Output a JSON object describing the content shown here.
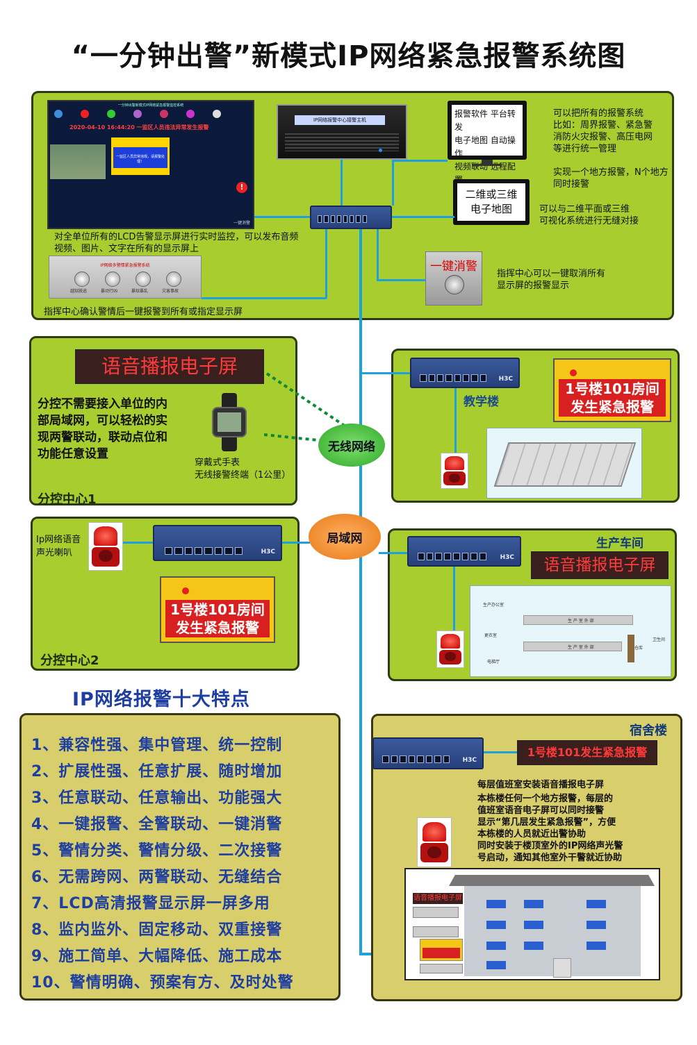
{
  "title": "“一分钟出警”新模式IP网络紧急报警系统图",
  "command_center": {
    "screen_title": "一分钟出警新模式IP网络紧急报警监控系统",
    "screen_alert": "2020-04-10 16:44:20   一监区人员违法异常发生报警",
    "screen_popup": "一监区人员异常违规，请报警处理！",
    "screen_side_button": "一键消警",
    "host_label": "IP网络报警中心接警主机",
    "monitor_lines": [
      "报警软件  平台转发",
      "电子地图  自动操作",
      "视频联动  远程配置"
    ],
    "desc_unify": [
      "可以把所有的报警系统",
      "比如：周界报警、紧急警",
      "消防火灾报警、高压电网",
      "等进行统一管理"
    ],
    "desc_multi": [
      "实现一个地方报警，N个地方",
      "同时接警"
    ],
    "map_monitor": [
      "二维或三维",
      "电子地图"
    ],
    "desc_map": [
      "可以与二维平面或三维",
      "可视化系统进行无缝对接"
    ],
    "desc_lcd": [
      "对全单位所有的LCD告警显示屏进行实时监控，可以发布音频",
      "视频、图片、文字在所有的显示屏上"
    ],
    "console_title": "IP网络多警情紧急报警系统",
    "console_buttons": [
      "越狱脱逃",
      "暴动行凶",
      "暴狱暴乱",
      "灾害事故"
    ],
    "desc_console": "指挥中心确认警情后一键报警到所有或指定显示屏",
    "one_key_label": "一键消警",
    "desc_one_key": [
      "指挥中心可以一键取消所有",
      "显示屏的报警显示"
    ]
  },
  "sub1": {
    "led": "语音播报电子屏",
    "desc": [
      "分控不需要接入单位的内",
      "部局域网，可以轻松的实",
      "现两警联动，联动点位和",
      "功能任意设置"
    ],
    "watch_label": [
      "穿戴式手表",
      "无线接警终端（1公里）"
    ],
    "name": "分控中心1"
  },
  "wireless": "无线网络",
  "lan": "局域网",
  "teaching": {
    "name": "教学楼",
    "alarm": [
      "1号楼101房间",
      "发生紧急报警"
    ],
    "switch_brand": "H3C"
  },
  "sub2": {
    "speaker_label": [
      "Ip网络语音",
      "声光喇叭"
    ],
    "alarm": [
      "1号楼101房间",
      "发生紧急报警"
    ],
    "name": "分控中心2",
    "switch_brand": "H3C"
  },
  "workshop": {
    "name": "生产车间",
    "led": "语音播报电子屏",
    "room_labels": [
      "生产办公室",
      "生 产 室 外 部",
      "生 产 室 外 部",
      "更衣室",
      "卫生间",
      "仓库",
      "电梯厅"
    ],
    "switch_brand": "H3C"
  },
  "features_title": "IP网络报警十大特点",
  "features": [
    "1、兼容性强、集中管理、统一控制",
    "2、扩展性强、任意扩展、随时增加",
    "3、任意联动、任意输出、功能强大",
    "4、一键报警、全警联动、一键消警",
    "5、警情分类、警情分级、二次接警",
    "6、无需跨网、两警联动、无缝结合",
    "7、LCD高清报警显示屏一屏多用",
    "8、监内监外、固定移动、双重接警",
    "9、施工简单、大幅降低、施工成本",
    "10、警情明确、预案有方、及时处警"
  ],
  "dorm": {
    "name": "宿舍楼",
    "led": "1号楼101发生紧急报警",
    "desc_title": "每层值班室安装语音播报电子屏",
    "desc": [
      "本栋楼任何一个地方报警，每层的",
      "值班室语音电子屏可以同时接警",
      "显示“第几层发生紧急报警”，方便",
      "本栋楼的人员就近出警协助",
      "同时安装于楼顶室外的IP网络声光警",
      "号启动，通知其他室外干警就近协助"
    ],
    "inset_led": "语音播报电子屏",
    "switch_brand": "H3C"
  },
  "colors": {
    "panel_green": "#a7cd2e",
    "panel_yellow": "#d8cf6c",
    "line_blue": "#1da0dc",
    "alarm_red": "#d92020",
    "feature_blue": "#1f3fa0"
  }
}
